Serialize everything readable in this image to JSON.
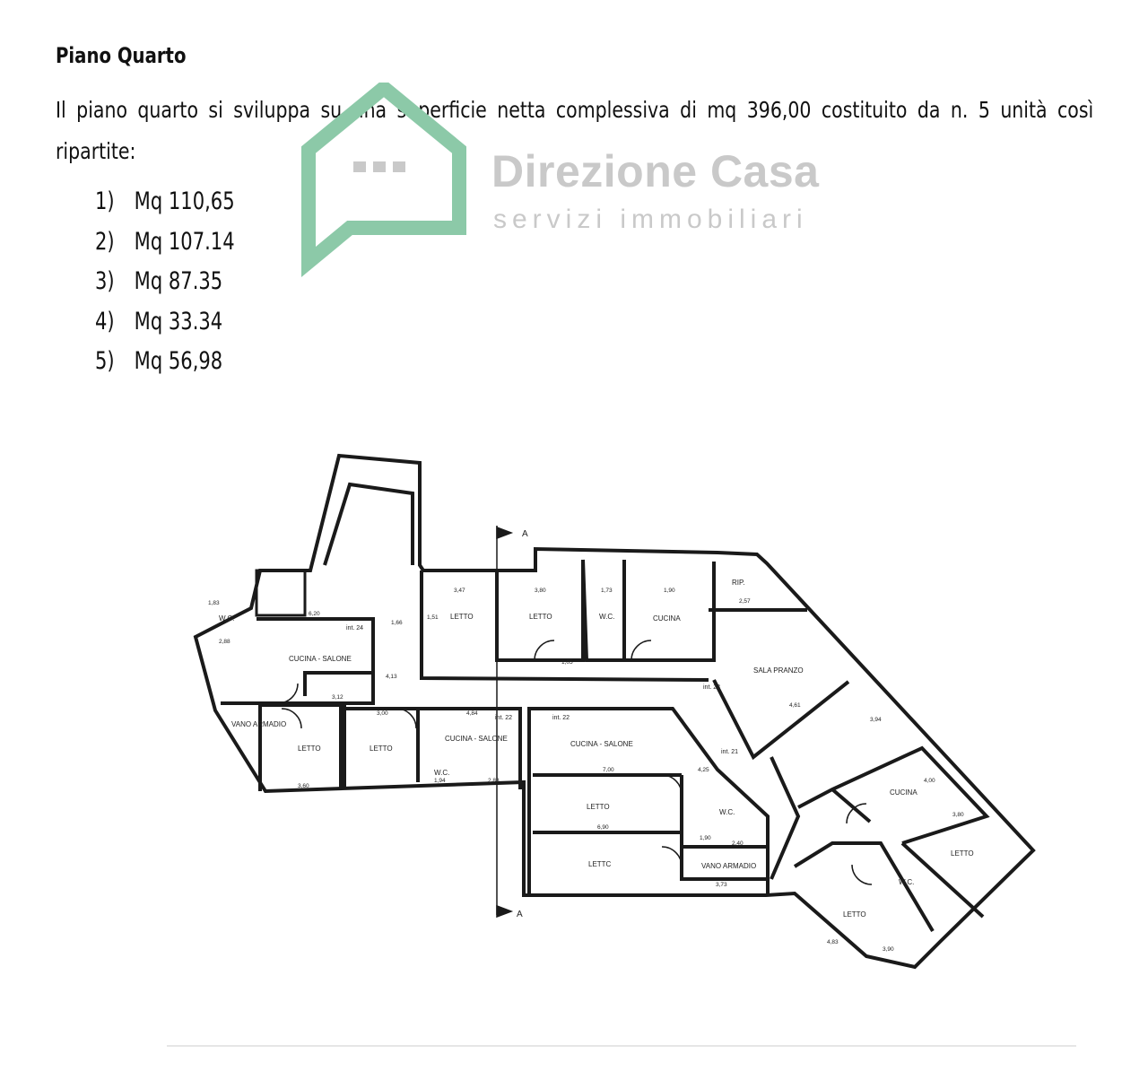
{
  "heading": "Piano Quarto",
  "paragraph": {
    "line1": "Il piano quarto si sviluppa su una superficie netta complessiva di mq 396,00 costituito da n. 5 unità così",
    "line2": "ripartite:"
  },
  "units": [
    {
      "num": "1)",
      "label": "Mq 110,65"
    },
    {
      "num": "2)",
      "label": "Mq 107.14"
    },
    {
      "num": "3)",
      "label": "Mq 87.35"
    },
    {
      "num": "4)",
      "label": "Mq 33.34"
    },
    {
      "num": "5)",
      "label": "Mq 56,98"
    }
  ],
  "watermark": {
    "title": "Direzione Casa",
    "subtitle": "servizi immobiliari",
    "color": "#8cc9a8"
  },
  "plan": {
    "rooms": {
      "wc_left": "W.C.",
      "cucina_salone_1": "CUCINA - SALONE",
      "vano_armadio_1": "VANO ARMADIO",
      "letto_1": "LETTO",
      "letto_2": "LETTO",
      "cucina_salone_2": "CUCINA - SALONE",
      "wc_mid": "W.C.",
      "letto_3": "LETTO",
      "letto_4": "LETTO",
      "wc_top": "W.C.",
      "cucina_top": "CUCINA",
      "sala_pranzo": "SALA PRANZO",
      "cucina_salone_3": "CUCINA - SALONE",
      "letto_5": "LETTO",
      "letto_6": "LETTC",
      "wc_right": "W.C.",
      "vano_armadio_2": "VANO ARMADIO",
      "cucina_right": "CUCINA",
      "letto_7": "LETTO",
      "wc_far": "W.C.",
      "letto_8": "LETTO",
      "rip": "RIP."
    },
    "labels": {
      "int24": "int. 24",
      "int22a": "int. 22",
      "int22b": "int. 22",
      "int23": "int. 23",
      "int21": "int. 21",
      "section_top": "A",
      "section_bottom": "A"
    },
    "dims": {
      "d1": "3,47",
      "d2": "3,80",
      "d3": "1,73",
      "d4": "1,90",
      "d5": "2,57",
      "d6": "6,20",
      "d7": "2,88",
      "d8": "1,66",
      "d9": "3,12",
      "d10": "4,13",
      "d11": "3,00",
      "d12": "4,84",
      "d13": "7,00",
      "d14": "3,60",
      "d15": "1,94",
      "d16": "2,83",
      "d17": "6,90",
      "d18": "2,40",
      "d19": "3,73",
      "d20": "4,61",
      "d21": "3,94",
      "d22": "4,83",
      "d23": "3,90",
      "d24": "1,83",
      "d25": "4,25",
      "d26": "1,51",
      "d27": "1,05",
      "d28": "4,00",
      "d29": "3,80",
      "d30": "1,90"
    }
  }
}
